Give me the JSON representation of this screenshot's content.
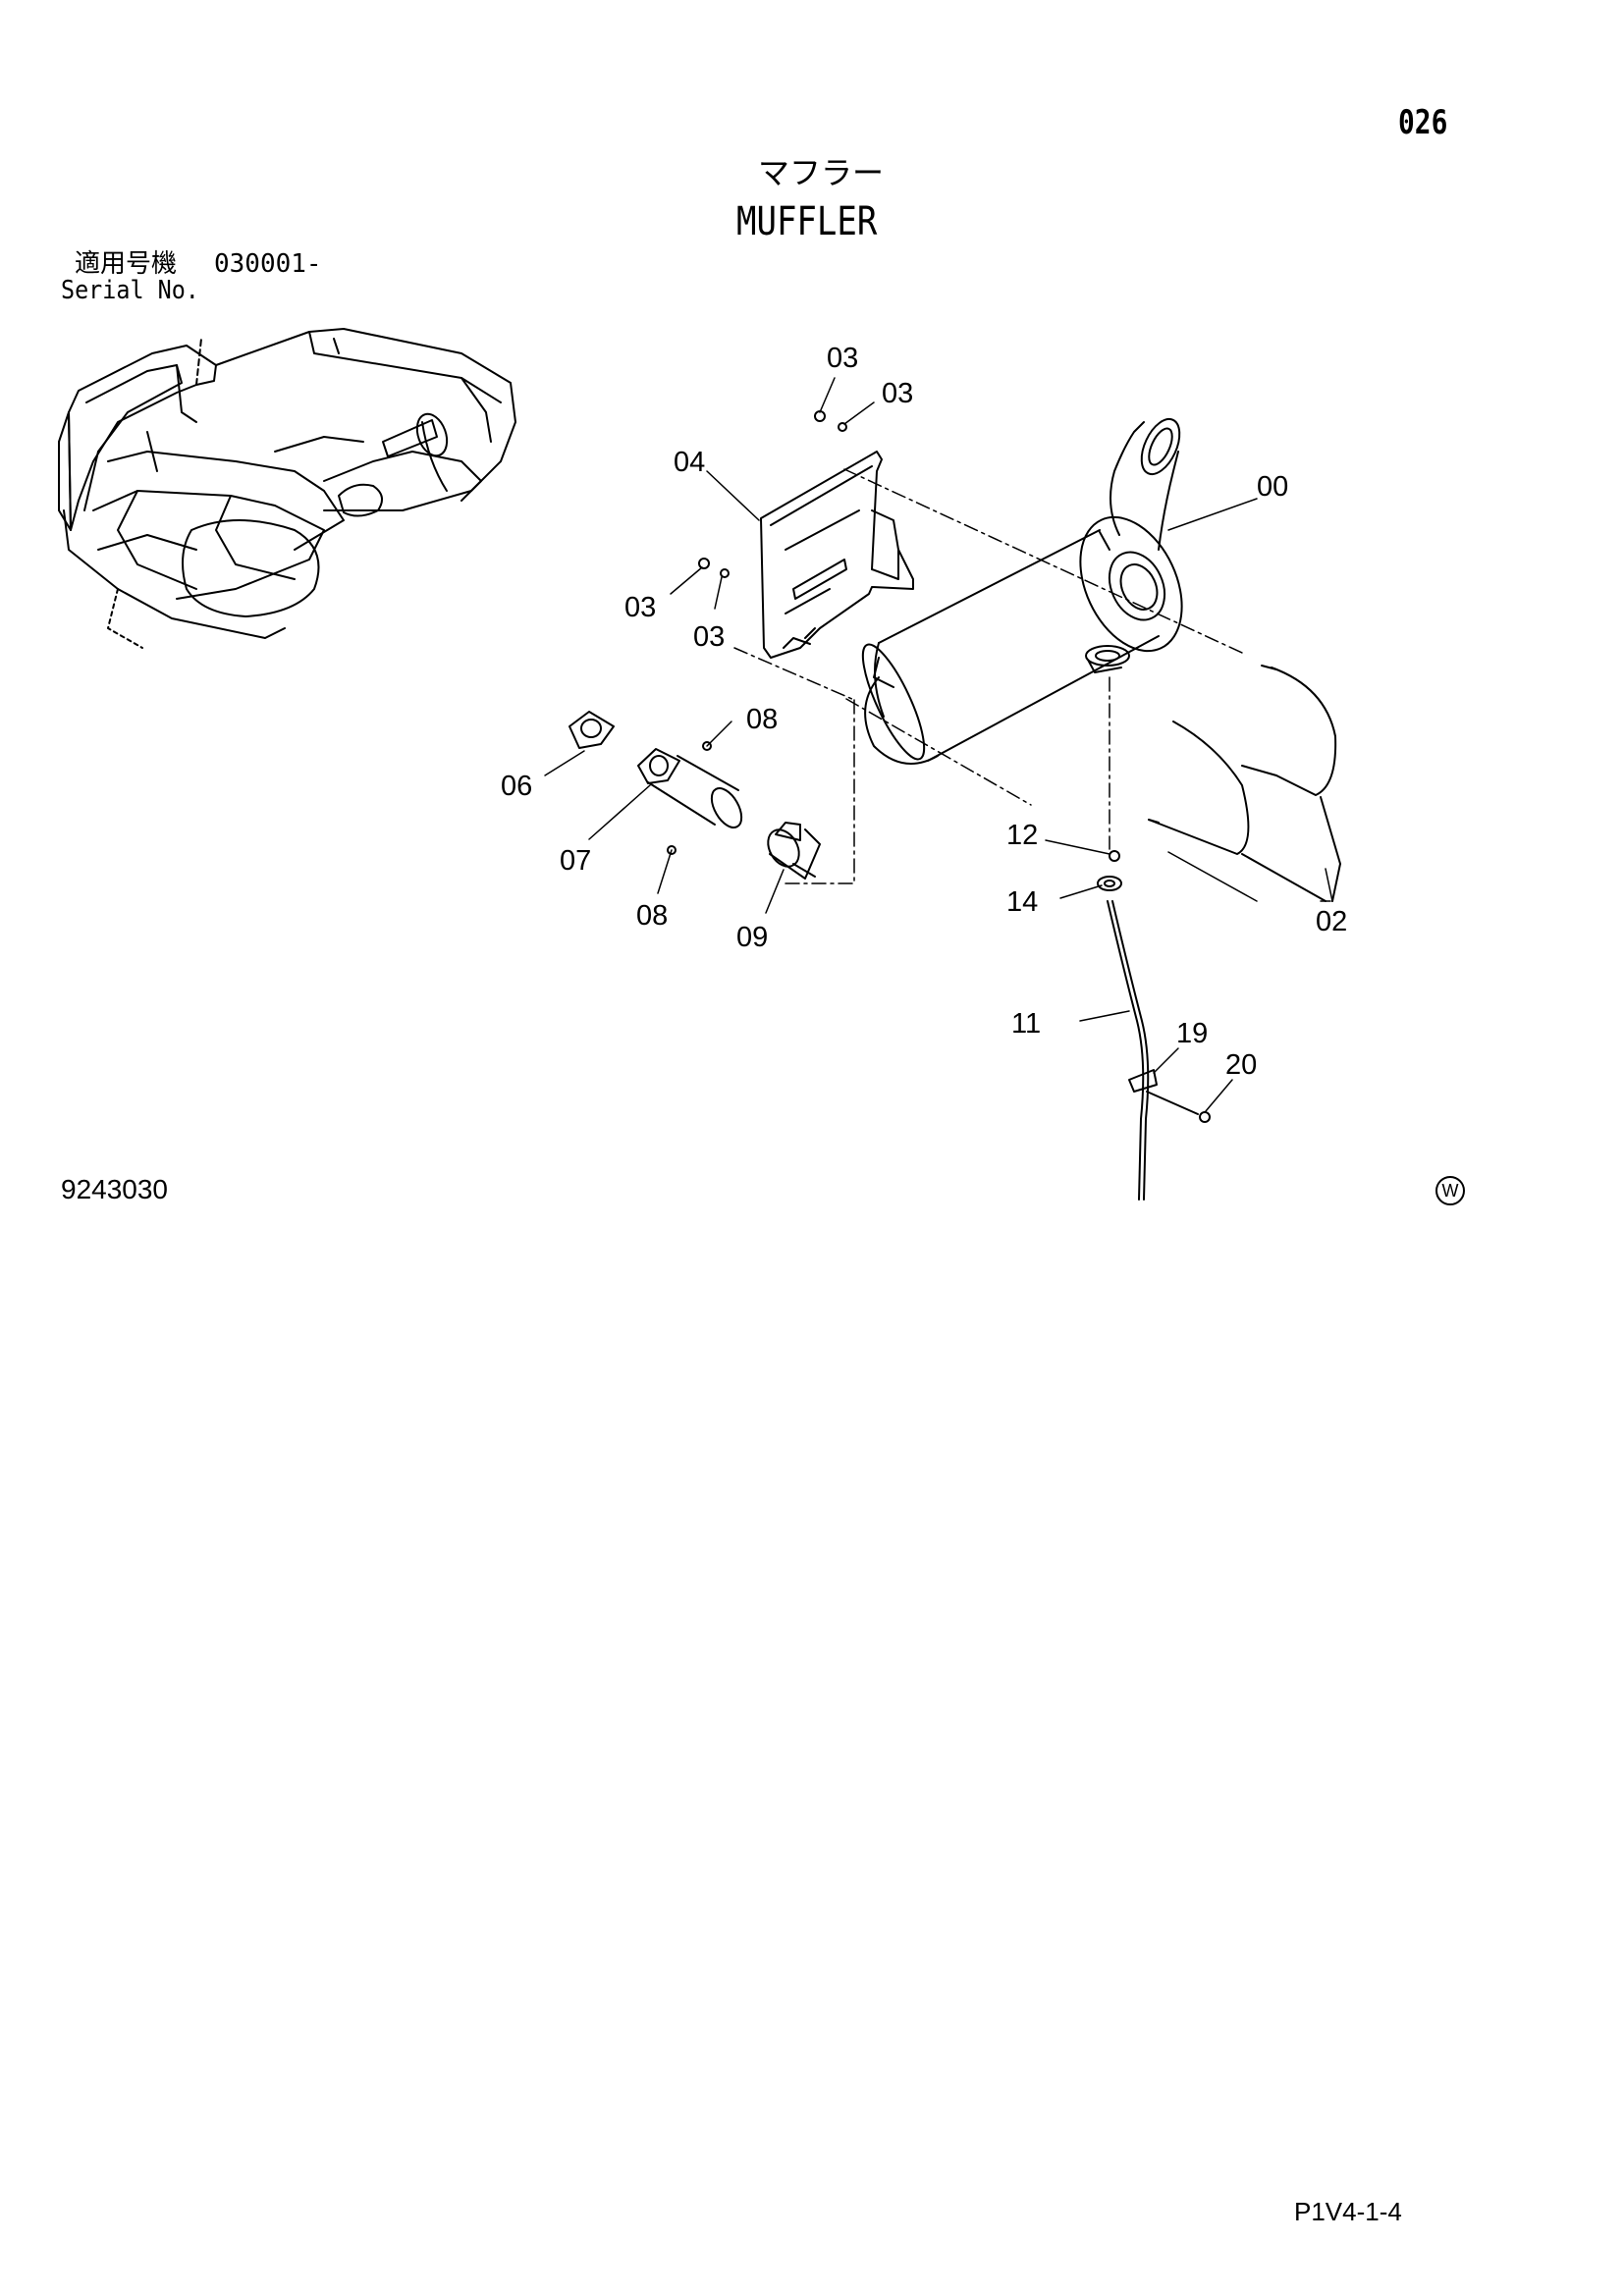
{
  "page_number": "026",
  "title_jp": "マフラー",
  "title_en": "MUFFLER",
  "serial": {
    "label_jp": "適用号機",
    "value": "030001-",
    "label_en": "Serial No."
  },
  "figure_number": "9243030",
  "page_code": "P1V4-1-4",
  "maker_mark": "W",
  "callouts": {
    "c00": "00",
    "c02": "02",
    "c03a": "03",
    "c03b": "03",
    "c03c": "03",
    "c03d": "03",
    "c04": "04",
    "c06": "06",
    "c07": "07",
    "c08a": "08",
    "c08b": "08",
    "c09": "09",
    "c11": "11",
    "c12": "12",
    "c14": "14",
    "c19": "19",
    "c20": "20"
  }
}
